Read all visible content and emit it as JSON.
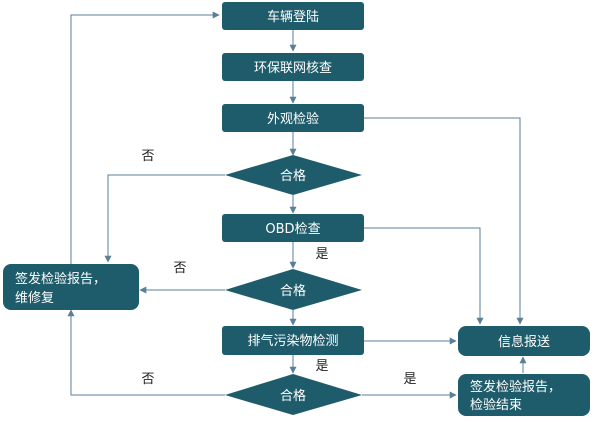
{
  "colors": {
    "node_fill": "#1f5c6b",
    "edge_stroke": "#5b7f94",
    "label_text": "#222222"
  },
  "nodes": {
    "vehicle_login": "车辆登陆",
    "env_network_check": "环保联网核查",
    "visual_inspection": "外观检验",
    "decision_1": "合格",
    "obd_check": "OBD检查",
    "decision_2": "合格",
    "emission_test": "排气污染物检测",
    "decision_3": "合格",
    "issue_report_repair_line1": "签发检验报告，",
    "issue_report_repair_line2": "维修复",
    "info_submit": "信息报送",
    "issue_report_end_line1": "签发检验报告，",
    "issue_report_end_line2": "检验结束"
  },
  "edge_labels": {
    "no_1": "否",
    "no_2": "否",
    "no_3": "否",
    "yes_1": "是",
    "yes_2": "是",
    "yes_3": "是"
  }
}
